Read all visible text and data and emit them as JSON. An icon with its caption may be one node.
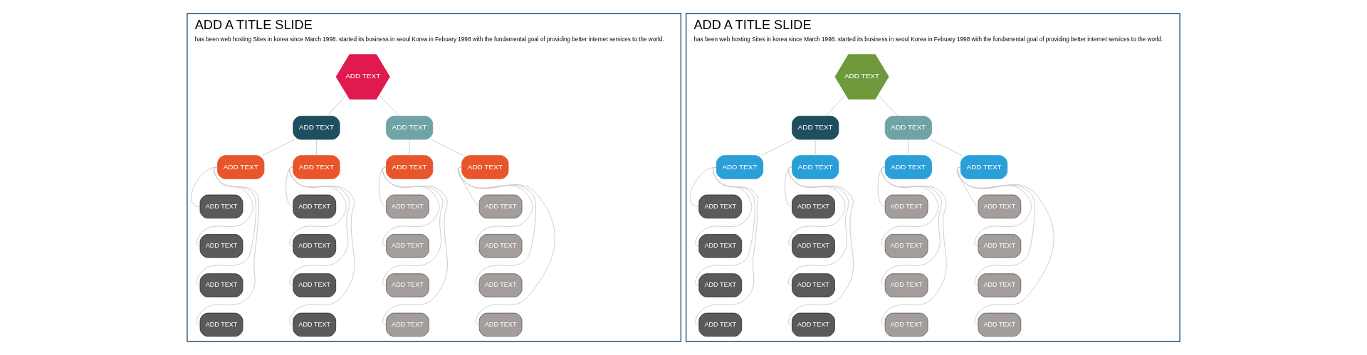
{
  "diagram": {
    "nodes": [
      {
        "text": [
          "ADD A TITLE SLIDE",
          "has been web hosting Sites in korea since March 1998. started its business in seoul Korea in Febuary 1998 with the fundamental goal of providing better internet services to the world."
        ]
      },
      {
        "text": [
          "ADD TEXT"
        ],
        "in": 0
      },
      {
        "text": [
          "ADD TEXT"
        ],
        "in": 0
      },
      {
        "text": [
          "ADD TEXT"
        ],
        "in": 0
      },
      {
        "text": [
          "ADD TEXT"
        ],
        "in": 0
      },
      {
        "text": [
          "ADD TEXT"
        ],
        "in": 0
      },
      {
        "text": [
          "ADD TEXT"
        ],
        "in": 0
      },
      {
        "text": [
          "ADD TEXT"
        ],
        "in": 0
      },
      {
        "text": [
          "ADD TEXT"
        ],
        "in": 0
      },
      {
        "text": [
          "ADD TEXT"
        ],
        "in": 0
      },
      {
        "text": [
          "ADD TEXT"
        ],
        "in": 0
      },
      {
        "text": [
          "ADD TEXT"
        ],
        "in": 0
      },
      {
        "text": [
          "ADD TEXT"
        ],
        "in": 0
      },
      {
        "text": [
          "ADD TEXT"
        ],
        "in": 0
      },
      {
        "text": [
          "ADD TEXT"
        ],
        "in": 0
      },
      {
        "text": [
          "ADD TEXT"
        ],
        "in": 0
      },
      {
        "text": [
          "ADD TEXT"
        ],
        "in": 0
      },
      {
        "text": [
          "ADD TEXT"
        ],
        "in": 0
      },
      {
        "text": [
          "ADD TEXT"
        ],
        "in": 0
      },
      {
        "text": [
          "ADD TEXT"
        ],
        "in": 0
      },
      {
        "text": [
          "ADD TEXT"
        ],
        "in": 0
      },
      {
        "text": [
          "ADD TEXT"
        ],
        "in": 0
      },
      {
        "text": [
          "ADD TEXT"
        ],
        "in": 0
      },
      {
        "text": [
          "ADD TEXT"
        ],
        "in": 0
      },
      {
        "text": [
          "ADD A TITLE SLIDE",
          "has been web hosting Sites in korea since March 1998. started its business in seoul Korea in Febuary 1998 with the fundamental goal of providing better internet services to the world."
        ]
      },
      {
        "text": [
          "ADD TEXT"
        ],
        "in": 24
      },
      {
        "text": [
          "ADD TEXT"
        ],
        "in": 24
      },
      {
        "text": [
          "ADD TEXT"
        ],
        "in": 24
      },
      {
        "text": [
          "ADD TEXT"
        ],
        "in": 24
      },
      {
        "text": [
          "ADD TEXT"
        ],
        "in": 24
      },
      {
        "text": [
          "ADD TEXT"
        ],
        "in": 24
      },
      {
        "text": [
          "ADD TEXT"
        ],
        "in": 24
      },
      {
        "text": [
          "ADD TEXT"
        ],
        "in": 24
      },
      {
        "text": [
          "ADD TEXT"
        ],
        "in": 24
      },
      {
        "text": [
          "ADD TEXT"
        ],
        "in": 24
      },
      {
        "text": [
          "ADD TEXT"
        ],
        "in": 24
      },
      {
        "text": [
          "ADD TEXT"
        ],
        "in": 24
      },
      {
        "text": [
          "ADD TEXT"
        ],
        "in": 24
      },
      {
        "text": [
          "ADD TEXT"
        ],
        "in": 24
      },
      {
        "text": [
          "ADD TEXT"
        ],
        "in": 24
      },
      {
        "text": [
          "ADD TEXT"
        ],
        "in": 24
      },
      {
        "text": [
          "ADD TEXT"
        ],
        "in": 24
      },
      {
        "text": [
          "ADD TEXT"
        ],
        "in": 24
      },
      {
        "text": [
          "ADD TEXT"
        ],
        "in": 24
      },
      {
        "text": [
          "ADD TEXT"
        ],
        "in": 24
      },
      {
        "text": [
          "ADD TEXT"
        ],
        "in": 24
      },
      {
        "text": [
          "ADD TEXT"
        ],
        "in": 24
      },
      {
        "text": [
          "ADD TEXT"
        ],
        "in": 24
      }
    ],
    "edges": [
      {
        "from": 1,
        "to": 2,
        "arrow": "none"
      },
      {
        "from": 1,
        "to": 3,
        "arrow": "none"
      },
      {
        "from": 2,
        "to": 4,
        "arrow": "none"
      },
      {
        "from": 2,
        "to": 5,
        "arrow": "none"
      },
      {
        "from": 3,
        "to": 6,
        "arrow": "none"
      },
      {
        "from": 3,
        "to": 7,
        "arrow": "none"
      },
      {
        "from": 4,
        "to": 8,
        "arrow": "none"
      },
      {
        "from": 4,
        "to": 9,
        "arrow": "none"
      },
      {
        "from": 4,
        "to": 10,
        "arrow": "none"
      },
      {
        "from": 4,
        "to": 11,
        "arrow": "none"
      },
      {
        "from": 5,
        "to": 12,
        "arrow": "none"
      },
      {
        "from": 5,
        "to": 13,
        "arrow": "none"
      },
      {
        "from": 5,
        "to": 14,
        "arrow": "none"
      },
      {
        "from": 5,
        "to": 15,
        "arrow": "none"
      },
      {
        "from": 6,
        "to": 16,
        "arrow": "none"
      },
      {
        "from": 6,
        "to": 17,
        "arrow": "none"
      },
      {
        "from": 6,
        "to": 18,
        "arrow": "none"
      },
      {
        "from": 6,
        "to": 19,
        "arrow": "none"
      },
      {
        "from": 7,
        "to": 20,
        "arrow": "none"
      },
      {
        "from": 7,
        "to": 21,
        "arrow": "none"
      },
      {
        "from": 7,
        "to": 22,
        "arrow": "none"
      },
      {
        "from": 7,
        "to": 23,
        "arrow": "none"
      },
      {
        "from": 25,
        "to": 26,
        "arrow": "none"
      },
      {
        "from": 25,
        "to": 27,
        "arrow": "none"
      },
      {
        "from": 26,
        "to": 28,
        "arrow": "none"
      },
      {
        "from": 26,
        "to": 29,
        "arrow": "none"
      },
      {
        "from": 27,
        "to": 30,
        "arrow": "none"
      },
      {
        "from": 27,
        "to": 31,
        "arrow": "none"
      },
      {
        "from": 28,
        "to": 32,
        "arrow": "none"
      },
      {
        "from": 28,
        "to": 33,
        "arrow": "none"
      },
      {
        "from": 28,
        "to": 34,
        "arrow": "none"
      },
      {
        "from": 28,
        "to": 35,
        "arrow": "none"
      },
      {
        "from": 29,
        "to": 36,
        "arrow": "none"
      },
      {
        "from": 29,
        "to": 37,
        "arrow": "none"
      },
      {
        "from": 29,
        "to": 38,
        "arrow": "none"
      },
      {
        "from": 29,
        "to": 39,
        "arrow": "none"
      },
      {
        "from": 30,
        "to": 40,
        "arrow": "none"
      },
      {
        "from": 30,
        "to": 41,
        "arrow": "none"
      },
      {
        "from": 30,
        "to": 42,
        "arrow": "none"
      },
      {
        "from": 30,
        "to": 43,
        "arrow": "none"
      },
      {
        "from": 31,
        "to": 44,
        "arrow": "none"
      },
      {
        "from": 31,
        "to": 45,
        "arrow": "none"
      },
      {
        "from": 31,
        "to": 46,
        "arrow": "none"
      },
      {
        "from": 31,
        "to": 47,
        "arrow": "none"
      }
    ]
  }
}
